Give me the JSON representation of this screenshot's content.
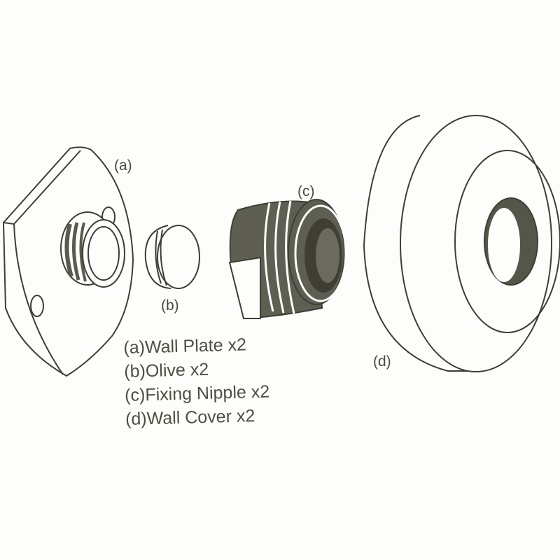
{
  "labels": {
    "a": "(a)",
    "b": "(b)",
    "c": "(c)",
    "d": "(d)"
  },
  "legend": [
    "(a)Wall Plate x2",
    "(b)Olive x2",
    "(c)Fixing Nipple x2",
    "(d)Wall Cover x2"
  ],
  "colors": {
    "line": "#3e3e34",
    "dark_fill": "#55554a",
    "background": "#fdfdfb"
  }
}
